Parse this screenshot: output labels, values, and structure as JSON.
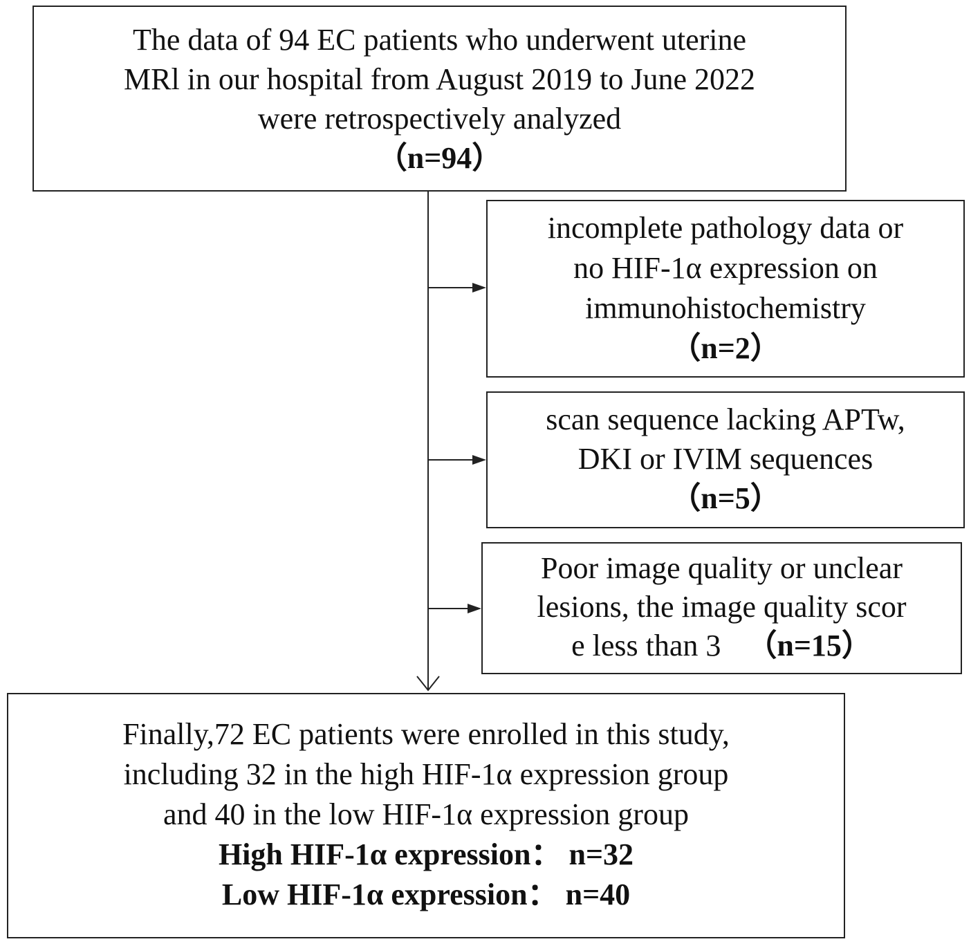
{
  "flowchart": {
    "top_box": {
      "lines": [
        "The data of  94 EC patients who underwent uterine",
        "MRl in our hospital from August 2019 to June 2022",
        "were retrospectively analyzed"
      ],
      "count": "（n=94）"
    },
    "exclusions": [
      {
        "lines": [
          "incomplete pathology data or",
          "no HIF-1α expression on",
          "immunohistochemistry"
        ],
        "count": "（n=2）"
      },
      {
        "lines": [
          "scan sequence lacking APTw,",
          "DKI or IVIM sequences"
        ],
        "count": "（n=5）"
      },
      {
        "lines": [
          "Poor image quality or unclear",
          "lesions, the image quality scor",
          "e less than 3"
        ],
        "count": "（n=15）"
      }
    ],
    "final_box": {
      "lines": [
        "Finally,72 EC patients were enrolled in this study,",
        "including 32 in the high HIF-1α expression group",
        "and 40 in the low HIF-1α  expression group"
      ],
      "high": "High HIF-1α  expression：  n=32",
      "low": "Low HIF-1α  expression：  n=40"
    }
  }
}
